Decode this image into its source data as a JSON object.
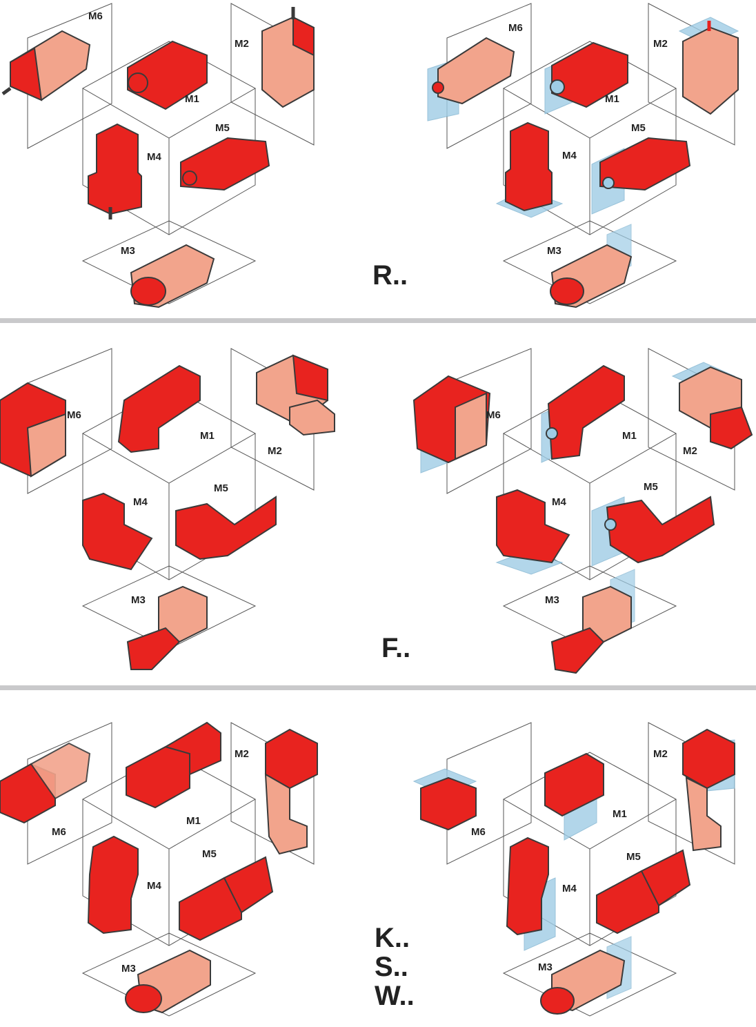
{
  "series": [
    {
      "id": "R",
      "labels": [
        "R.."
      ],
      "positions": {
        "m1": "M1",
        "m2": "M2",
        "m3": "M3",
        "m4": "M4",
        "m5": "M5",
        "m6": "M6"
      }
    },
    {
      "id": "F",
      "labels": [
        "F.."
      ],
      "positions": {
        "m1": "M1",
        "m2": "M2",
        "m3": "M3",
        "m4": "M4",
        "m5": "M5",
        "m6": "M6"
      }
    },
    {
      "id": "KSW",
      "labels": [
        "K..",
        "S..",
        "W.."
      ],
      "positions": {
        "m1": "M1",
        "m2": "M2",
        "m3": "M3",
        "m4": "M4",
        "m5": "M5",
        "m6": "M6"
      }
    }
  ],
  "colors": {
    "motor_red": "#e8231f",
    "motor_light": "#f2a48c",
    "flange_blue": "#9fcde6",
    "outline": "#3a3a3a",
    "separator": "#c9c9cb"
  }
}
